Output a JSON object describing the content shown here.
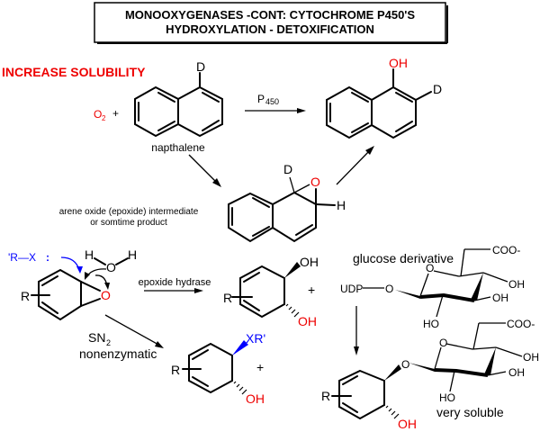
{
  "title": {
    "line1": "MONOOXYGENASES -CONT:  CYTOCHROME P450'S",
    "line2": "HYDROXYLATION - DETOXIFICATION"
  },
  "heading": "INCREASE SOLUBILITY",
  "reaction1": {
    "o2": "O",
    "o2_sub": "2",
    "plus": "+",
    "substrate_label": "napthalene",
    "D": "D",
    "enzyme": "P",
    "enzyme_sub": "450",
    "product_oh": "OH",
    "product_d": "D",
    "intermediate_caption1": "arene oxide (epoxide) intermediate",
    "intermediate_caption2": "or somtime product",
    "intermediate_d": "D",
    "intermediate_o": "O",
    "intermediate_h": "H"
  },
  "reaction2": {
    "nucleophile": "'R—X",
    "nucleophile_dots": ":",
    "water_h1": "H",
    "water_o": "O",
    "water_h2": "H",
    "epoxide_o": "O",
    "r": "R",
    "enzyme": "epoxide  hydrase",
    "sn2": "SN",
    "sn2_sub": "2",
    "sn2_note": "nonenzymatic",
    "diol_oh1": "OH",
    "diol_oh2": "OH",
    "plus": "+",
    "adduct_xr": "XR'",
    "adduct_oh": "OH"
  },
  "reaction3": {
    "glucose_label": "glucose derivative",
    "udp": "UDP",
    "o_link": "O",
    "ring_o": "O",
    "coo": "COO-",
    "oh1": "OH",
    "oh2": "OH",
    "ho": "HO",
    "product_coo": "COO-",
    "product_oh1": "OH",
    "product_oh2": "OH",
    "product_ho": "HO",
    "product_link_o": "O",
    "product_r": "R",
    "product_oh": "OH",
    "solubility_note": "very soluble"
  },
  "colors": {
    "heading": "#e00000",
    "oxygen": "#e00000",
    "nucleophile": "#0000ff"
  }
}
